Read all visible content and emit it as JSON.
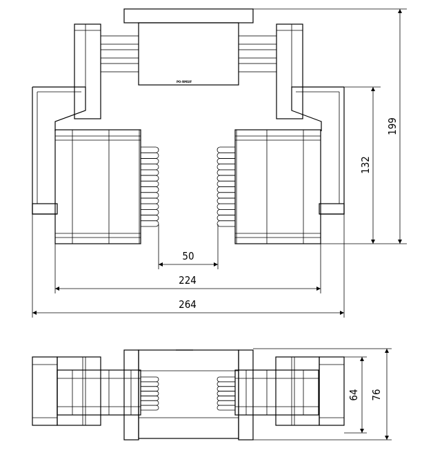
{
  "drawing": {
    "dimensions": {
      "overall_width": "264",
      "motor_span": "224",
      "shaft_gap": "50",
      "total_height": "199",
      "body_height": "132",
      "side_inner_height": "64",
      "side_outer_height": "76"
    },
    "model_label": "PO-RMSIF"
  }
}
